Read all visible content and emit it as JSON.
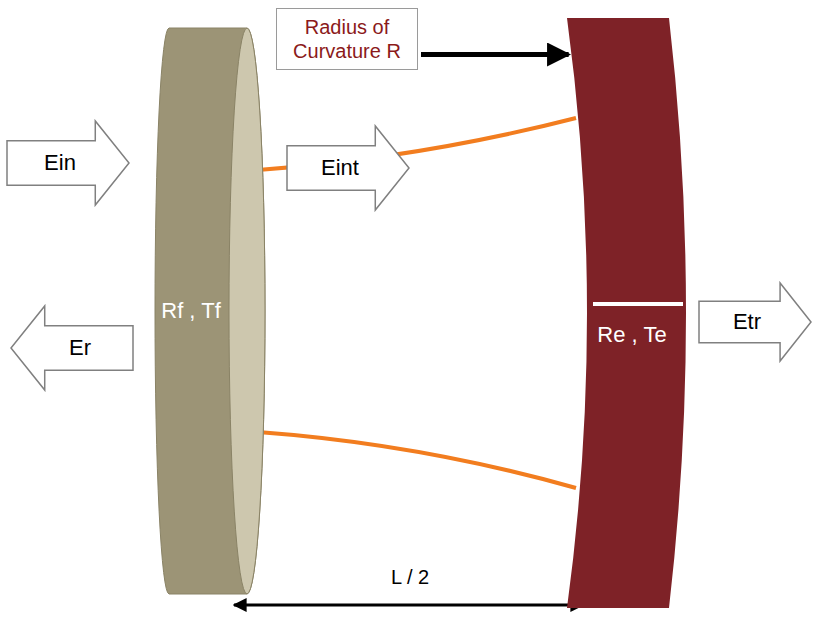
{
  "diagram": {
    "nodes": [
      {
        "text": [
          "Radius of Curvature R"
        ]
      },
      {
        "text": [
          "Ein"
        ]
      },
      {
        "text": [
          "Rf , Tf"
        ]
      },
      {
        "text": [
          "Eint"
        ]
      },
      {
        "text": [
          "Er"
        ]
      },
      {
        "text": [
          "Re , Te"
        ]
      },
      {
        "text": [
          "Etr"
        ]
      }
    ],
    "edges": [
      {
        "from": 0,
        "to": 5,
        "arrow": "to"
      }
    ],
    "labels": [
      "L / 2"
    ]
  }
}
